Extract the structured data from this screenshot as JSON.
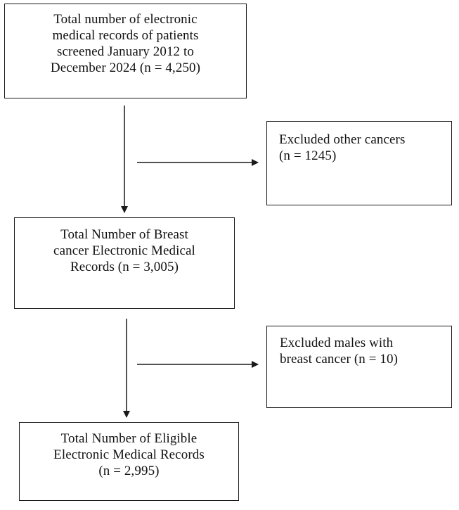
{
  "boxes": {
    "total": "Total number of electronic\nmedical records of patients\nscreened January 2012 to\nDecember 2024 (n = 4,250)",
    "excluded_other": "Excluded other cancers\n(n = 1245)",
    "breast": "Total Number of Breast\ncancer Electronic Medical\nRecords (n = 3,005)",
    "excluded_males": "Excluded males with\nbreast cancer (n = 10)",
    "eligible": "Total Number of Eligible\nElectronic Medical Records\n(n = 2,995)"
  },
  "colors": {
    "line": "#1a1a1a",
    "text": "#111111",
    "background": "#ffffff"
  }
}
